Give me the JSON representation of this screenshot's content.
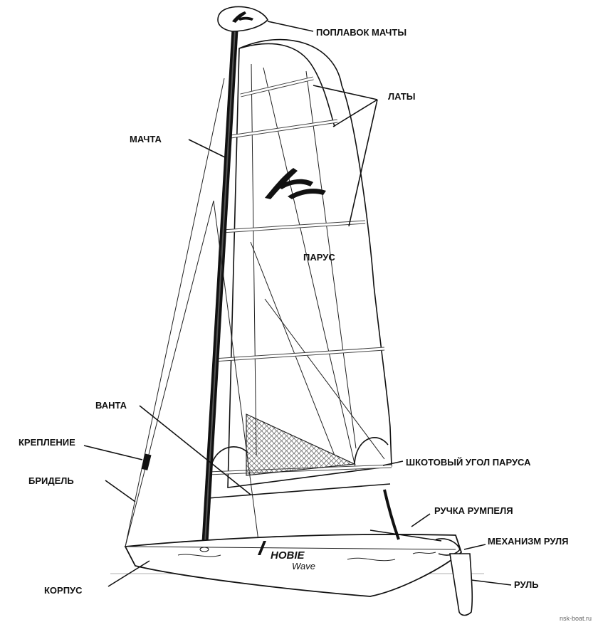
{
  "labels": {
    "mast_float": "ПОПЛАВОК МАЧТЫ",
    "battens": "ЛАТЫ",
    "mast": "МАЧТА",
    "sail": "ПАРУС",
    "shroud": "ВАНТА",
    "mount": "КРЕПЛЕНИЕ",
    "bridle": "БРИДЕЛЬ",
    "clew": "ШКОТОВЫЙ УГОЛ ПАРУСА",
    "tiller": "РУЧКА РУМПЕЛЯ",
    "rudder_mech": "МЕХАНИЗМ РУЛЯ",
    "hull": "КОРПУС",
    "rudder": "РУЛЬ"
  },
  "hull_text": {
    "brand": "HOBIE",
    "model": "Wave"
  },
  "watermark": "nsk-boat.ru"
}
